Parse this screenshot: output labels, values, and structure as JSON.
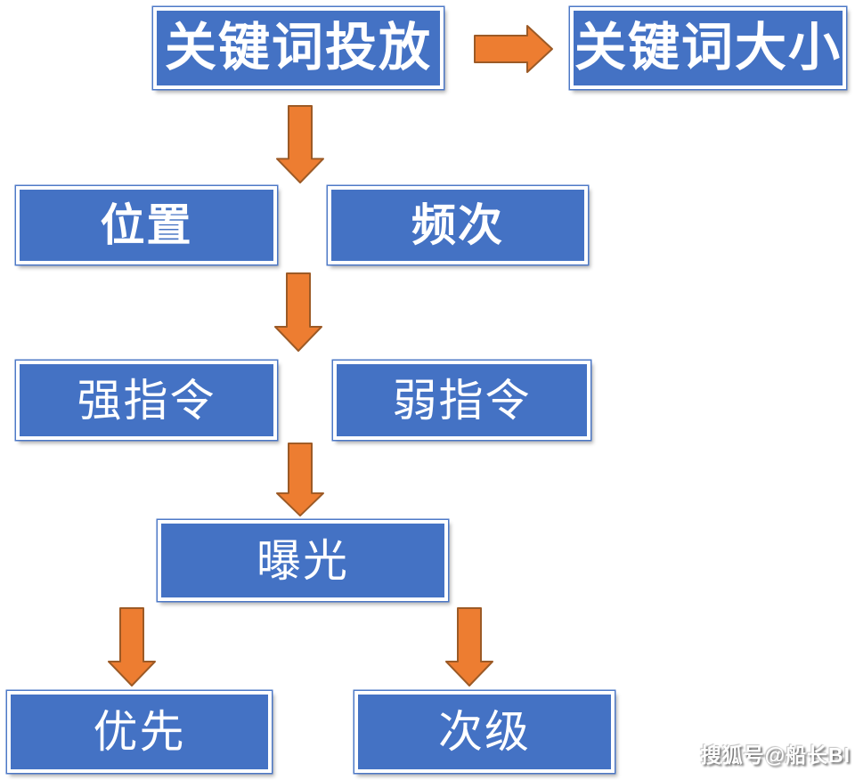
{
  "diagram": {
    "nodes": {
      "keyword_placement": "关键词投放",
      "keyword_size": "关键词大小",
      "position": "位置",
      "frequency": "频次",
      "strong_command": "强指令",
      "weak_command": "弱指令",
      "exposure": "曝光",
      "priority": "优先",
      "secondary": "次级"
    },
    "colors": {
      "box_fill": "#4472C4",
      "box_border": "#FFFFFF",
      "arrow_fill": "#ED7D31",
      "arrow_outline": "#9C5A26",
      "text": "#FFFFFF"
    }
  },
  "watermark": {
    "text": "搜狐号@船长BI"
  }
}
